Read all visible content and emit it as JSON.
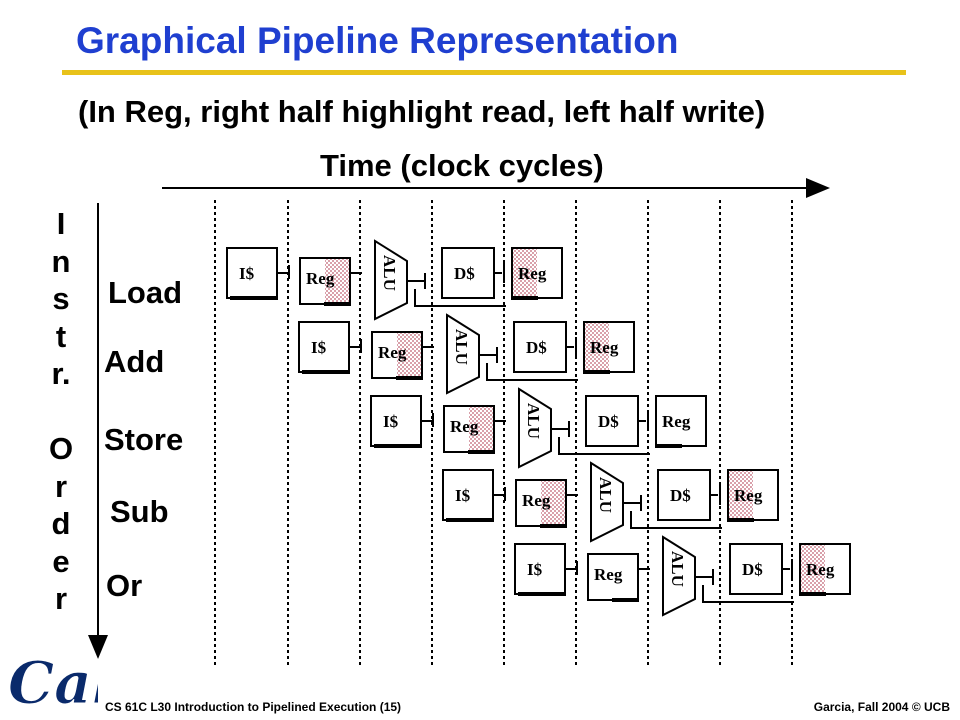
{
  "title": "Graphical Pipeline Representation",
  "subtitle": "(In Reg, right half highlight read, left half write)",
  "time_axis_label": "Time (clock cycles)",
  "instruction_order_label": [
    "I",
    "n",
    "s",
    "t",
    "r.",
    "",
    "O",
    "r",
    "d",
    "e",
    "r"
  ],
  "instructions": [
    {
      "name": "Load"
    },
    {
      "name": "Add"
    },
    {
      "name": "Store"
    },
    {
      "name": "Sub"
    },
    {
      "name": "Or"
    }
  ],
  "stage_labels": {
    "icache": "I$",
    "reg": "Reg",
    "alu": "ALU",
    "dcache": "D$"
  },
  "highlight_color": "#d9a0aa",
  "footer": {
    "left": "CS 61C L30 Introduction to Pipelined Execution (15)",
    "right": "Garcia, Fall 2004 © UCB"
  },
  "logo": {
    "text": "Cal",
    "color": "#0a2a6b"
  }
}
